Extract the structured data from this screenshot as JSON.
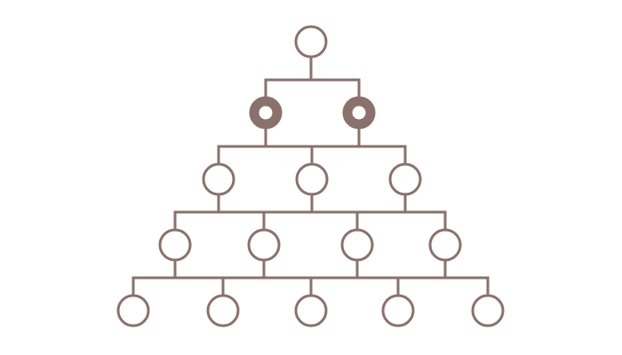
{
  "colors": {
    "stroke": "#8a716c",
    "background": "#ffffff"
  },
  "diagram": {
    "type": "tree",
    "levels": [
      {
        "nodes": [
          {
            "style": "hollow"
          }
        ]
      },
      {
        "nodes": [
          {
            "style": "highlighted"
          },
          {
            "style": "highlighted"
          }
        ]
      },
      {
        "nodes": [
          {
            "style": "hollow"
          },
          {
            "style": "hollow"
          },
          {
            "style": "hollow"
          }
        ]
      },
      {
        "nodes": [
          {
            "style": "hollow"
          },
          {
            "style": "hollow"
          },
          {
            "style": "hollow"
          },
          {
            "style": "hollow"
          }
        ]
      },
      {
        "nodes": [
          {
            "style": "hollow"
          },
          {
            "style": "hollow"
          },
          {
            "style": "hollow"
          },
          {
            "style": "hollow"
          },
          {
            "style": "hollow"
          }
        ]
      }
    ]
  }
}
